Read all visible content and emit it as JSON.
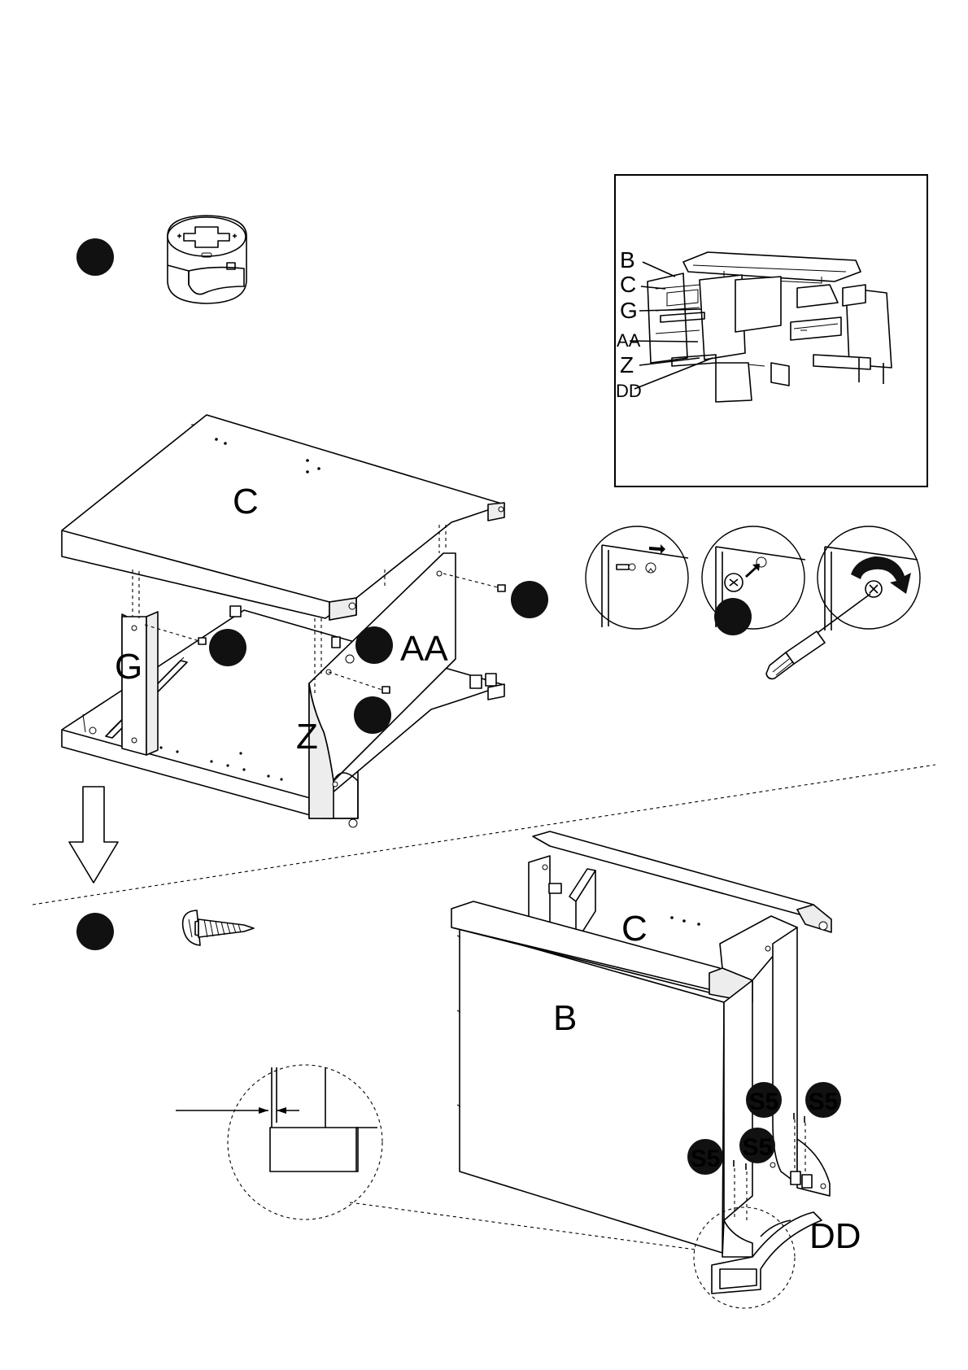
{
  "step1": {
    "fastener": {
      "icon": "cam-lock-icon",
      "part_code": ""
    },
    "parts": {
      "top_panel": "C",
      "shelf_rail": "G",
      "side_panel": "Z",
      "cam_bolt": "AA"
    },
    "steps_icons": [
      "insert-cam-bolt-icon",
      "insert-cam-lock-icon",
      "tighten-cam-icon"
    ]
  },
  "overview": {
    "labels": [
      "B",
      "C",
      "G",
      "AA",
      "Z",
      "DD"
    ]
  },
  "step2": {
    "fastener": {
      "icon": "screw-icon",
      "part_code": ""
    },
    "parts": {
      "top_panel": "C",
      "back_panel": "B",
      "foot": "DD"
    },
    "screw_badges": [
      "S5",
      "S5",
      "S5",
      "S5"
    ]
  },
  "colors": {
    "ink": "#000000",
    "paper": "#ffffff",
    "panel_shade": "#ededed"
  }
}
